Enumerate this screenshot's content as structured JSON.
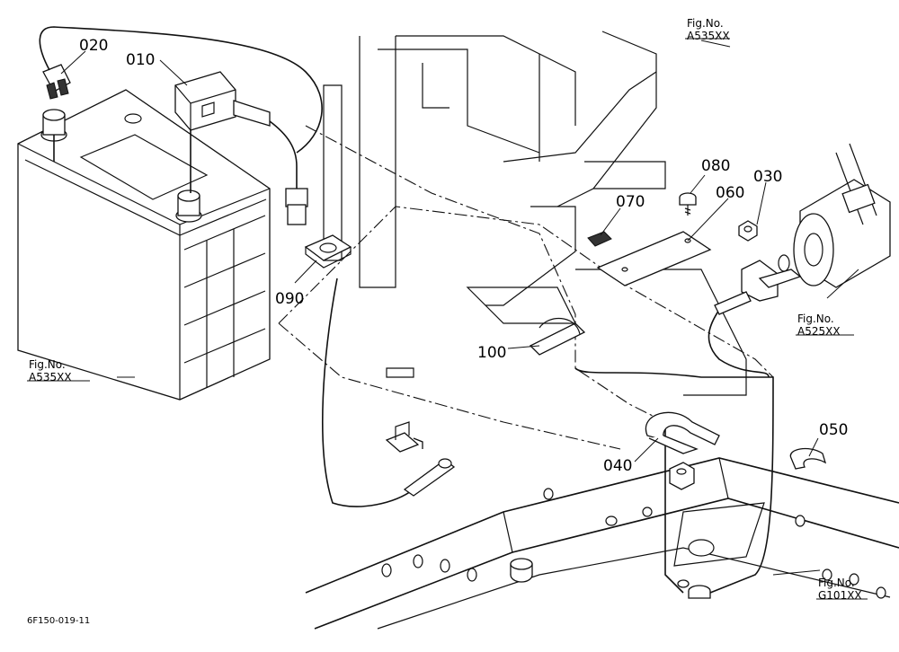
{
  "callouts": {
    "p010": "010",
    "p020": "020",
    "p030": "030",
    "p040": "040",
    "p050": "050",
    "p060": "060",
    "p070": "070",
    "p080": "080",
    "p090": "090",
    "p100": "100"
  },
  "figure_refs": {
    "top": {
      "line1": "Fig.No.",
      "line2": "A535XX"
    },
    "battery": {
      "line1": "Fig.No.",
      "line2": "A535XX"
    },
    "starter": {
      "line1": "Fig.No.",
      "line2": "A525XX"
    },
    "frame": {
      "line1": "Fig.No.",
      "line2": "G101XX"
    }
  },
  "drawing_code": "6F150-019-11"
}
